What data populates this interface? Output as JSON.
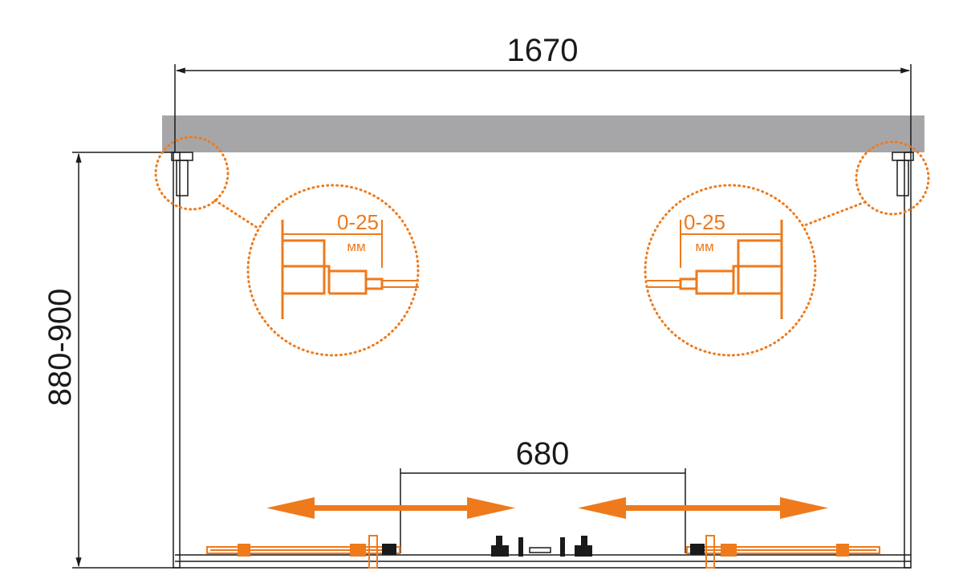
{
  "dimensions": {
    "total_width": "1670",
    "depth": "880-900",
    "door_opening": "680"
  },
  "details": {
    "left": {
      "range": "0-25",
      "unit": "мм"
    },
    "right": {
      "range": "0-25",
      "unit": "мм"
    }
  },
  "colors": {
    "accent": "#ee7a1b",
    "wall": "#a6a6a8",
    "line": "#1a1a1a"
  }
}
